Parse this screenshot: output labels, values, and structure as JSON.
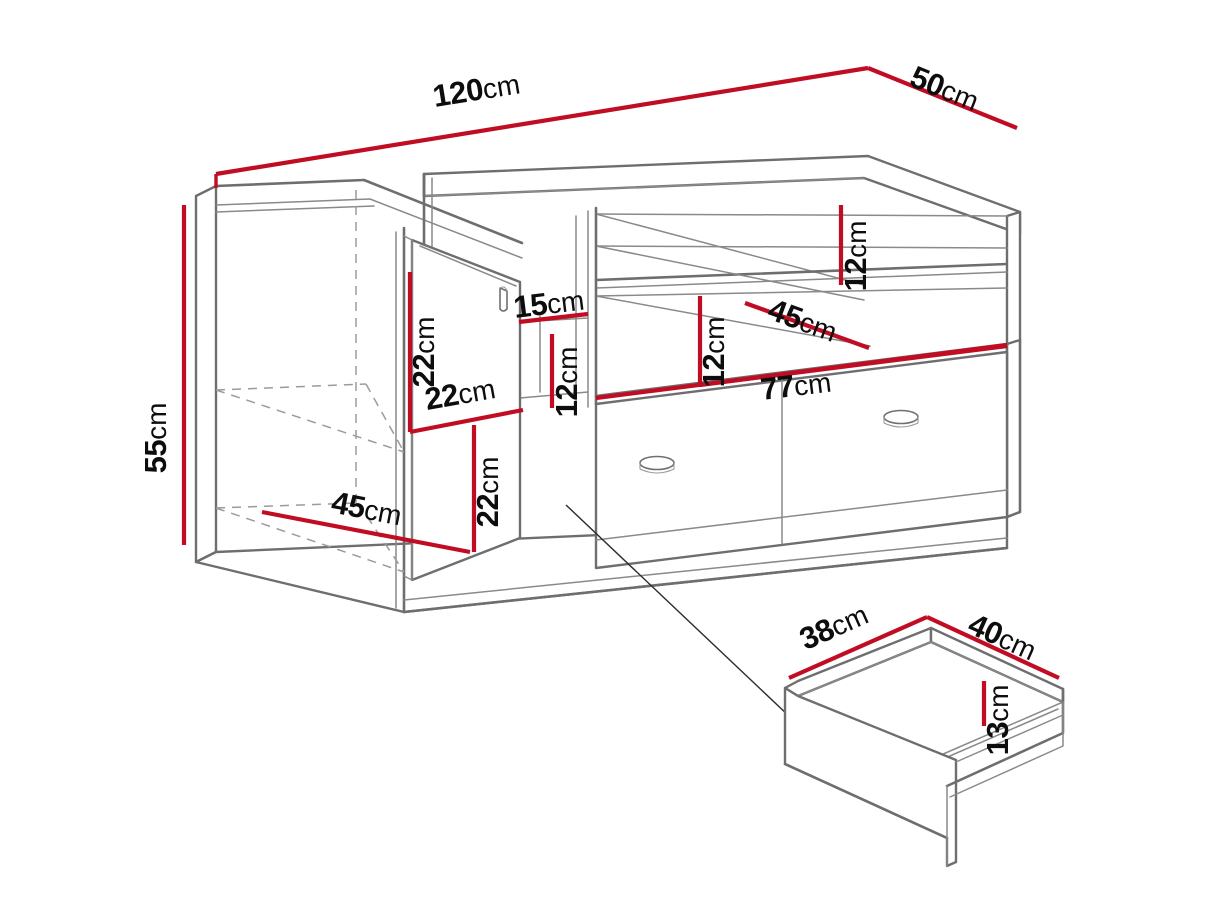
{
  "drawing": {
    "title": "TV cabinet dimension diagram",
    "type": "isometric-technical-drawing",
    "colors": {
      "dimension_red": "#c10d23",
      "outline_gray": "#6e6e6e",
      "hidden_gray": "#9b9b9b",
      "text_black": "#0d0d0d",
      "background": "#ffffff"
    }
  },
  "dimensions": {
    "overall_width": {
      "value": "120",
      "unit": "cm"
    },
    "overall_depth": {
      "value": "50",
      "unit": "cm"
    },
    "overall_height": {
      "value": "55",
      "unit": "cm"
    },
    "left_compartment_depth": {
      "value": "45",
      "unit": "cm"
    },
    "left_upper_door_height": {
      "value": "22",
      "unit": "cm"
    },
    "left_door_width": {
      "value": "22",
      "unit": "cm"
    },
    "left_lower_height": {
      "value": "22",
      "unit": "cm"
    },
    "middle_niche_width": {
      "value": "15",
      "unit": "cm"
    },
    "middle_niche_height": {
      "value": "12",
      "unit": "cm"
    },
    "right_upper_shelf_height": {
      "value": "12",
      "unit": "cm"
    },
    "right_lower_shelf_height": {
      "value": "12",
      "unit": "cm"
    },
    "right_shelf_depth": {
      "value": "45",
      "unit": "cm"
    },
    "drawer_section_width": {
      "value": "77",
      "unit": "cm"
    }
  },
  "drawer_detail": {
    "depth": {
      "value": "38",
      "unit": "cm"
    },
    "width": {
      "value": "40",
      "unit": "cm"
    },
    "height": {
      "value": "13",
      "unit": "cm"
    }
  },
  "labels": [
    {
      "id": "w120",
      "value": "120",
      "unit": "cm"
    },
    {
      "id": "d50",
      "value": "50",
      "unit": "cm"
    },
    {
      "id": "h55",
      "value": "55",
      "unit": "cm"
    },
    {
      "id": "d45left",
      "value": "45",
      "unit": "cm"
    },
    {
      "id": "h22upper",
      "value": "22",
      "unit": "cm"
    },
    {
      "id": "w22door",
      "value": "22",
      "unit": "cm"
    },
    {
      "id": "h22lower",
      "value": "22",
      "unit": "cm"
    },
    {
      "id": "w15",
      "value": "15",
      "unit": "cm"
    },
    {
      "id": "h12mid",
      "value": "12",
      "unit": "cm"
    },
    {
      "id": "h12rightupper",
      "value": "12",
      "unit": "cm"
    },
    {
      "id": "h12rightlower",
      "value": "12",
      "unit": "cm"
    },
    {
      "id": "d45right",
      "value": "45",
      "unit": "cm"
    },
    {
      "id": "w77",
      "value": "77",
      "unit": "cm"
    },
    {
      "id": "d38drawer",
      "value": "38",
      "unit": "cm"
    },
    {
      "id": "w40drawer",
      "value": "40",
      "unit": "cm"
    },
    {
      "id": "h13drawer",
      "value": "13",
      "unit": "cm"
    }
  ],
  "parts": {
    "left_open_compartment": "left-open-compartment",
    "left_door": "left-cabinet-door",
    "middle_niche": "middle-niche",
    "right_shelves": "right-open-shelves",
    "drawer_front_left": "left-drawer-front",
    "drawer_front_right": "right-drawer-front",
    "drawer_detail_box": "drawer-detail-box"
  }
}
